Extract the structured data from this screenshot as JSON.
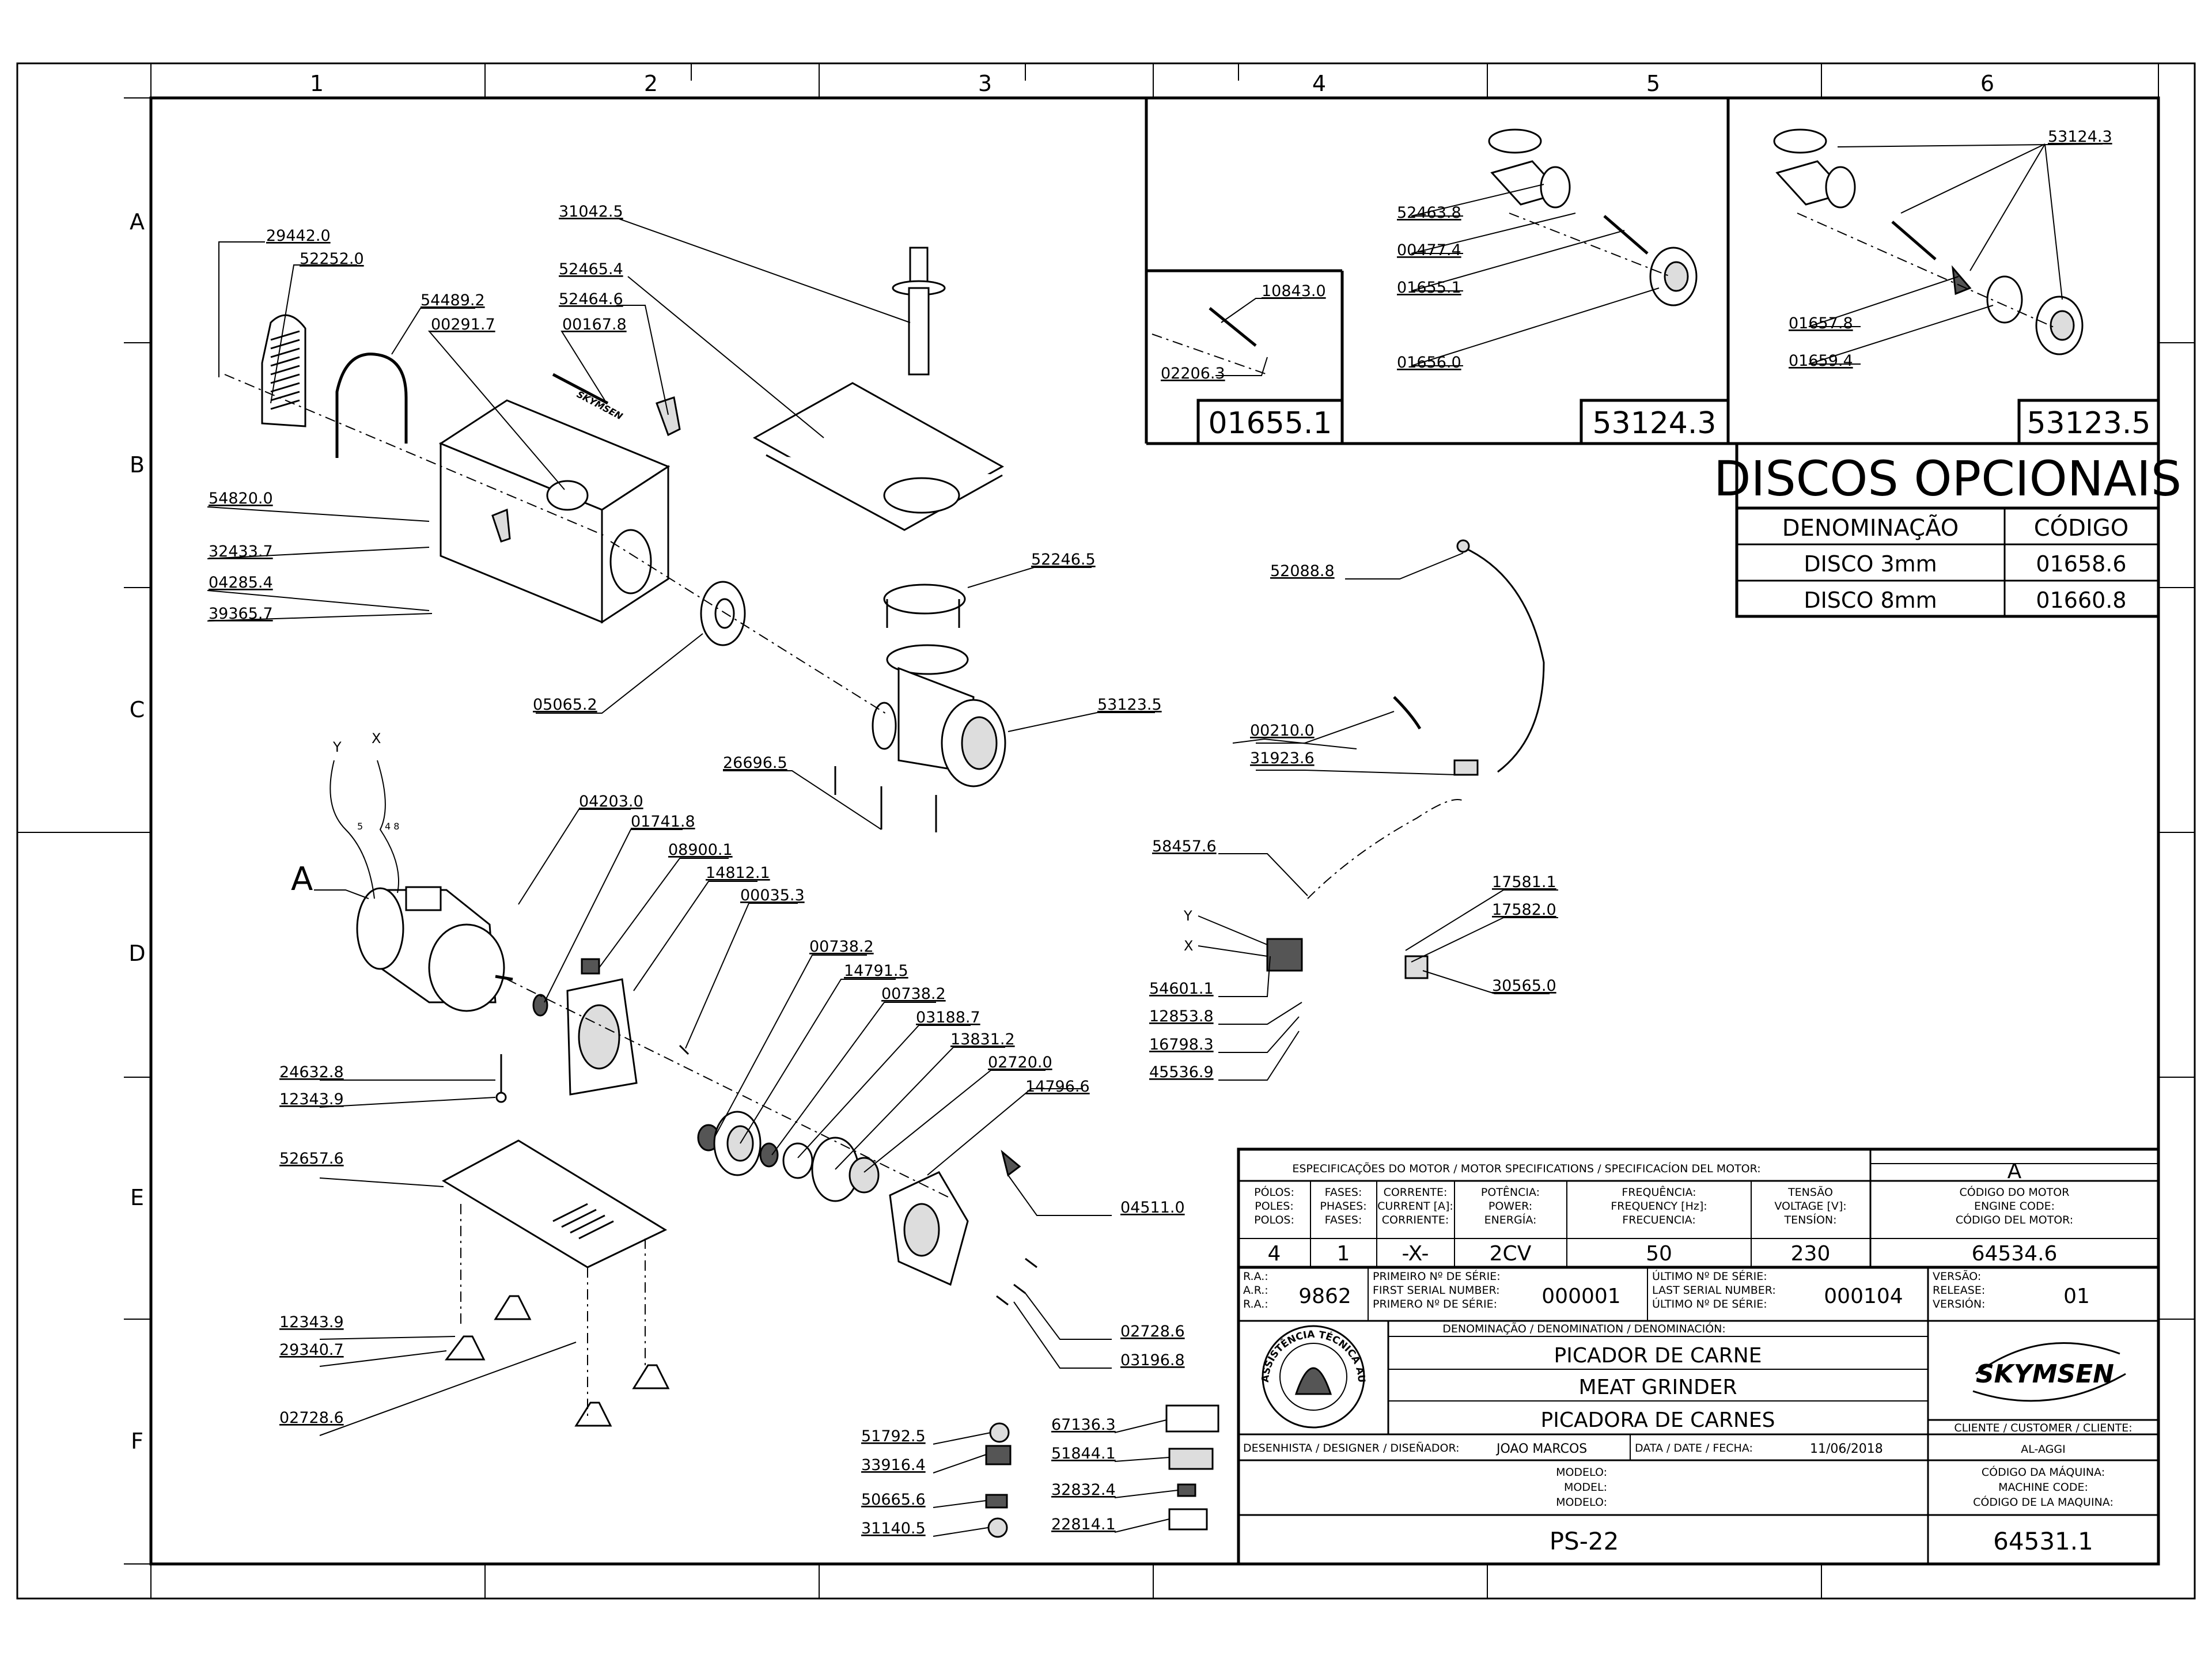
{
  "grid": {
    "columns": [
      "1",
      "2",
      "3",
      "4",
      "5",
      "6"
    ],
    "rows": [
      "A",
      "B",
      "C",
      "D",
      "E",
      "F"
    ]
  },
  "part_labels": [
    {
      "id": "29442.0"
    },
    {
      "id": "52252.0"
    },
    {
      "id": "54489.2"
    },
    {
      "id": "00291.7"
    },
    {
      "id": "00167.8"
    },
    {
      "id": "52464.6"
    },
    {
      "id": "52465.4"
    },
    {
      "id": "31042.5"
    },
    {
      "id": "54820.0"
    },
    {
      "id": "32433.7"
    },
    {
      "id": "04285.4"
    },
    {
      "id": "39365.7"
    },
    {
      "id": "05065.2"
    },
    {
      "id": "52246.5"
    },
    {
      "id": "53123.5"
    },
    {
      "id": "26696.5"
    },
    {
      "id": "04203.0"
    },
    {
      "id": "01741.8"
    },
    {
      "id": "08900.1"
    },
    {
      "id": "14812.1"
    },
    {
      "id": "00035.3"
    },
    {
      "id": "00738.2"
    },
    {
      "id": "14791.5"
    },
    {
      "id": "00738.2"
    },
    {
      "id": "03188.7"
    },
    {
      "id": "13831.2"
    },
    {
      "id": "02720.0"
    },
    {
      "id": "14796.6"
    },
    {
      "id": "24632.8"
    },
    {
      "id": "12343.9"
    },
    {
      "id": "52657.6"
    },
    {
      "id": "04511.0"
    },
    {
      "id": "12343.9"
    },
    {
      "id": "29340.7"
    },
    {
      "id": "02728.6"
    },
    {
      "id": "02728.6"
    },
    {
      "id": "03196.8"
    },
    {
      "id": "51792.5"
    },
    {
      "id": "33916.4"
    },
    {
      "id": "50665.6"
    },
    {
      "id": "31140.5"
    },
    {
      "id": "67136.3"
    },
    {
      "id": "51844.1"
    },
    {
      "id": "32832.4"
    },
    {
      "id": "22814.1"
    },
    {
      "id": "52088.8"
    },
    {
      "id": "00210.0"
    },
    {
      "id": "31923.6"
    },
    {
      "id": "58457.6"
    },
    {
      "id": "17581.1"
    },
    {
      "id": "17582.0"
    },
    {
      "id": "54601.1"
    },
    {
      "id": "12853.8"
    },
    {
      "id": "16798.3"
    },
    {
      "id": "45536.9"
    },
    {
      "id": "30565.0"
    },
    {
      "id": "10843.0"
    },
    {
      "id": "02206.3"
    },
    {
      "id": "52463.8"
    },
    {
      "id": "00477.4"
    },
    {
      "id": "01655.1"
    },
    {
      "id": "01656.0"
    },
    {
      "id": "53124.3"
    },
    {
      "id": "01657.8"
    },
    {
      "id": "01659.4"
    }
  ],
  "wire_letters": {
    "y": "Y",
    "x": "X",
    "n5": "5",
    "n48": "4 8",
    "a": "A"
  },
  "optional_boxes": {
    "box1": "01655.1",
    "box2": "53124.3",
    "box3": "53123.5"
  },
  "discos": {
    "title": "DISCOS OPCIONAIS",
    "header_name": "DENOMINAÇÃO",
    "header_code": "CÓDIGO",
    "rows": [
      {
        "name": "DISCO 3mm",
        "code": "01658.6"
      },
      {
        "name": "DISCO 8mm",
        "code": "01660.8"
      }
    ]
  },
  "title_block": {
    "motor_spec_title": "ESPECIFICAÇÕES DO MOTOR / MOTOR SPECIFICATIONS / SPECIFICACÍON DEL MOTOR:",
    "motor_ref": "A",
    "cols": [
      {
        "h": [
          "PÓLOS:",
          "POLES:",
          "POLOS:"
        ],
        "v": "4"
      },
      {
        "h": [
          "FASES:",
          "PHASES:",
          "FASES:"
        ],
        "v": "1"
      },
      {
        "h": [
          "CORRENTE:",
          "CURRENT [A]:",
          "CORRIENTE:"
        ],
        "v": "-X-"
      },
      {
        "h": [
          "POTÊNCIA:",
          "POWER:",
          "ENERGÍA:"
        ],
        "v": "2CV"
      },
      {
        "h": [
          "FREQUÊNCIA:",
          "FREQUENCY [Hz]:",
          "FRECUENCIA:"
        ],
        "v": "50"
      },
      {
        "h": [
          "TENSÃO",
          "VOLTAGE [V]:",
          "TENSÍON:"
        ],
        "v": "230"
      }
    ],
    "engine_code_h": [
      "CÓDIGO DO MOTOR",
      "ENGINE CODE:",
      "CÓDIGO DEL MOTOR:"
    ],
    "engine_code": "64534.6",
    "ra_h": [
      "R.A.:",
      "A.R.:",
      "R.A.:"
    ],
    "ra": "9862",
    "first_serial_h": [
      "PRIMEIRO Nº DE SÉRIE:",
      "FIRST SERIAL NUMBER:",
      "PRIMERO Nº DE SÉRIE:"
    ],
    "first_serial": "000001",
    "last_serial_h": [
      "ÚLTIMO Nº DE SÉRIE:",
      "LAST SERIAL NUMBER:",
      "ÚLTIMO Nº DE SÉRIE:"
    ],
    "last_serial": "000104",
    "version_h": [
      "VERSÃO:",
      "RELEASE:",
      "VERSIÓN:"
    ],
    "version": "01",
    "denomination_h": "DENOMINAÇÃO / DENOMINATION / DENOMINACIÓN:",
    "names": [
      "PICADOR DE CARNE",
      "MEAT GRINDER",
      "PICADORA DE CARNES"
    ],
    "brand": "SKYMSEN",
    "stamp_text": "ASSISTÊNCIA TÉCNICA AUTORIZADA",
    "client_h": "CLIENTE / CUSTOMER / CLIENTE:",
    "client": "AL-AGGI",
    "designer_h": "DESENHISTA / DESIGNER / DISEÑADOR:",
    "designer": "JOAO MARCOS",
    "date_h": "DATA / DATE / FECHA:",
    "date": "11/06/2018",
    "model_h": [
      "MODELO:",
      "MODEL:",
      "MODELO:"
    ],
    "machine_code_h": [
      "CÓDIGO DA MÁQUINA:",
      "MACHINE CODE:",
      "CÓDIGO DE LA MAQUINA:"
    ],
    "model": "PS-22",
    "machine_code": "64531.1"
  },
  "brand_stamp": "SKYMSEN"
}
